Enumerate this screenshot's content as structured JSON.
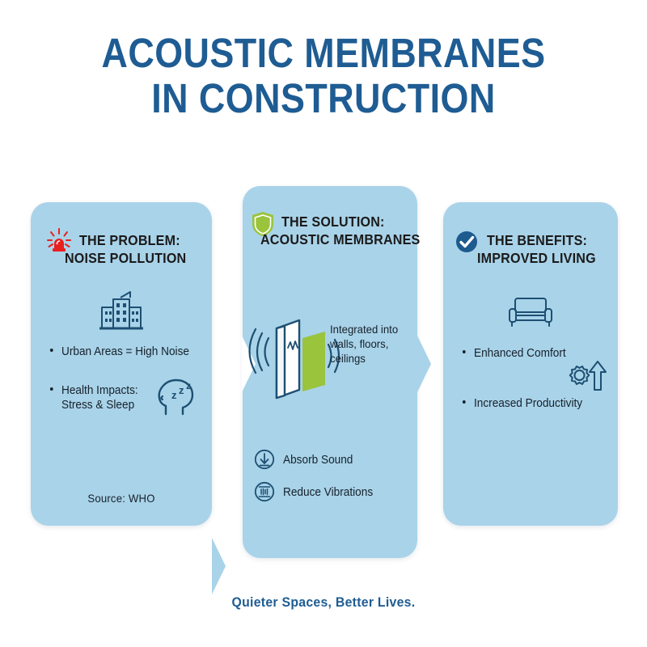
{
  "title": {
    "line1": "ACOUSTIC MEMBRANES",
    "line2": "IN CONSTRUCTION"
  },
  "colors": {
    "title_blue": "#1e5c93",
    "panel_blue": "#a9d3e9",
    "icon_navy": "#1d4f72",
    "accent_green": "#9ac43c",
    "alarm_red": "#e8201f",
    "text_dark": "#16212b",
    "background": "#ffffff"
  },
  "panels": [
    {
      "id": "problem",
      "heading_icon": "siren-icon",
      "heading_line1": "THE PROBLEM:",
      "heading_line2": "NOISE POLLUTION",
      "main_icon": "city-building-icon",
      "bullets": [
        {
          "text": "Urban Areas = High Noise"
        },
        {
          "text": "Health Impacts:\nStress & Sleep"
        }
      ],
      "side_icon": "sleeping-head-zzz-icon",
      "source": "Source: WHO"
    },
    {
      "id": "solution",
      "heading_icon": "shield-icon",
      "heading_line1": "THE SOLUTION:",
      "heading_line2": "ACOUSTIC MEMBRANES",
      "main_icon": "acoustic-panel-icon",
      "caption": "Integrated into\nwalls, floors,\nceilings",
      "features": [
        {
          "icon": "arrow-down-circle-icon",
          "label": "Absorb Sound"
        },
        {
          "icon": "vibration-circle-icon",
          "label": "Reduce Vibrations"
        }
      ]
    },
    {
      "id": "benefits",
      "heading_icon": "check-circle-icon",
      "heading_line1": "THE BENEFITS:",
      "heading_line2": "IMPROVED LIVING",
      "main_icon": "sofa-icon",
      "bullets": [
        {
          "text": "Enhanced Comfort"
        },
        {
          "text": "Increased Productivity"
        }
      ],
      "side_icon": "gear-up-arrow-icon"
    }
  ],
  "footer": {
    "tagline": "Quieter Spaces, Better Lives."
  }
}
